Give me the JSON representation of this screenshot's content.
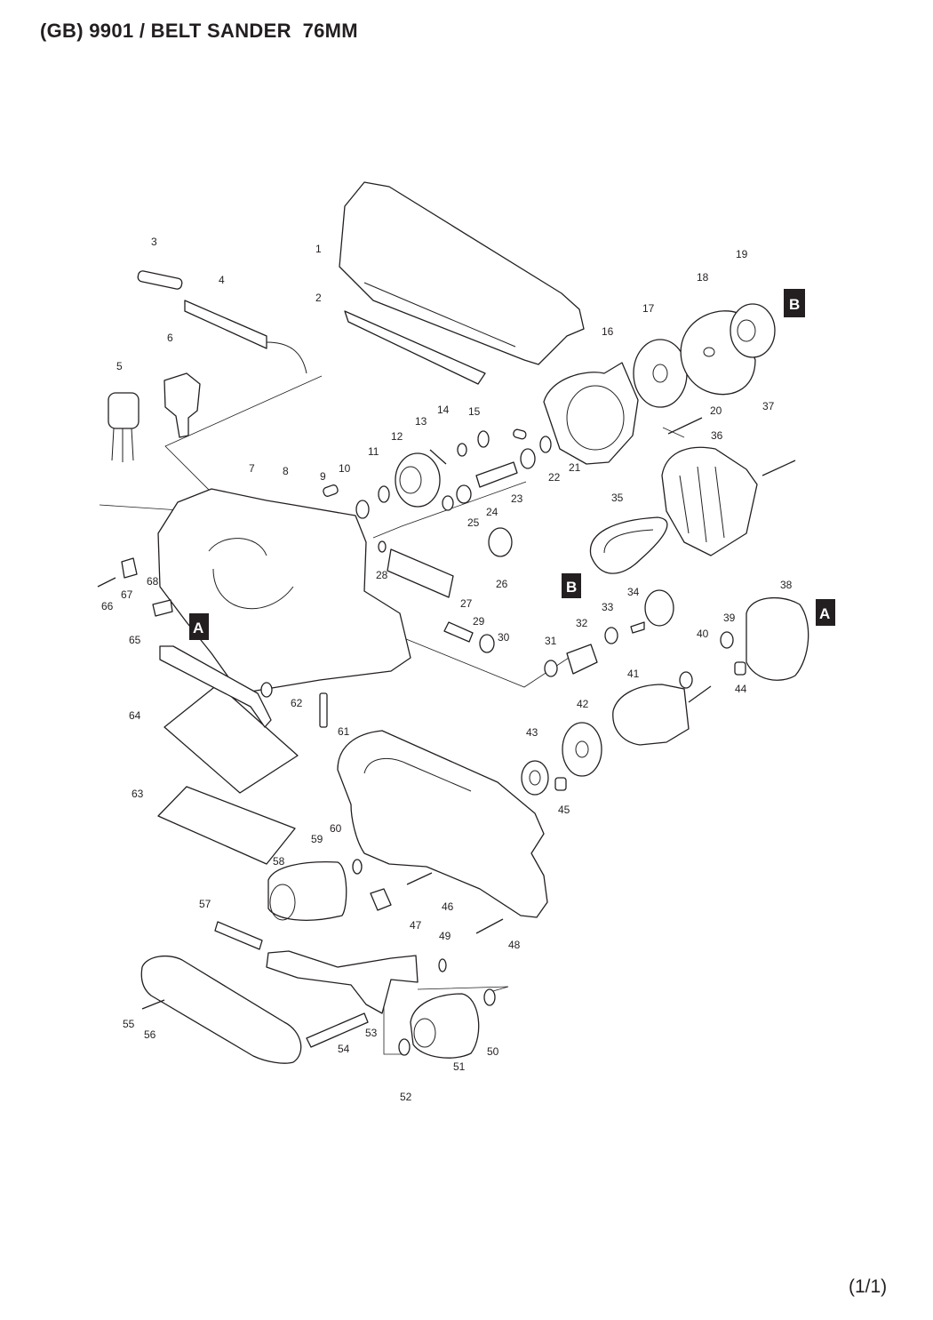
{
  "header": {
    "title": "(GB) 9901 / BELT SANDER  76MM"
  },
  "footer": {
    "page_indicator": "(1/1)"
  },
  "reference_markers": [
    "A",
    "B"
  ],
  "part_numbers": [
    "1",
    "2",
    "3",
    "4",
    "5",
    "6",
    "7",
    "8",
    "9",
    "10",
    "11",
    "12",
    "13",
    "14",
    "15",
    "16",
    "17",
    "18",
    "19",
    "20",
    "21",
    "22",
    "23",
    "24",
    "25",
    "26",
    "27",
    "28",
    "29",
    "30",
    "31",
    "32",
    "33",
    "34",
    "35",
    "36",
    "37",
    "38",
    "39",
    "40",
    "41",
    "42",
    "43",
    "44",
    "45",
    "46",
    "47",
    "48",
    "49",
    "50",
    "51",
    "52",
    "53",
    "54",
    "55",
    "56",
    "57",
    "58",
    "59",
    "60",
    "61",
    "62",
    "63",
    "64",
    "65",
    "66",
    "67",
    "68"
  ]
}
